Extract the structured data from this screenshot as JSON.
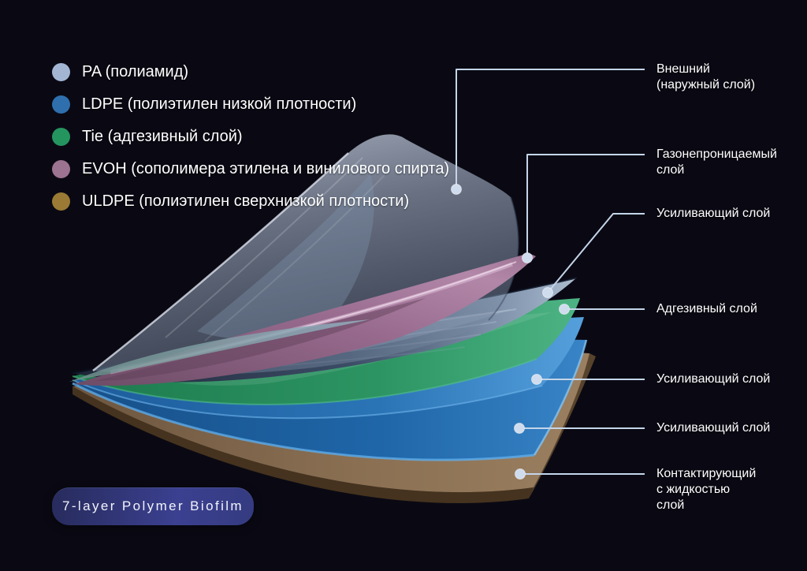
{
  "legend": {
    "items": [
      {
        "label": "PA (полиамид)",
        "color": "#a2b6d4"
      },
      {
        "label": "LDPE (полиэтилен низкой плотности)",
        "color": "#2f6fae"
      },
      {
        "label": "Tie (адгезивный слой)",
        "color": "#259560"
      },
      {
        "label": "EVOH (сополимера этилена и винилового спирта)",
        "color": "#9c7391"
      },
      {
        "label": "ULDPE (полиэтилен сверхнизкой плотности)",
        "color": "#9a7a35"
      }
    ]
  },
  "callouts": {
    "items": [
      {
        "label": "Внешний\n(наружный слой)"
      },
      {
        "label": "Газонепроницаемый\nслой"
      },
      {
        "label": "Усиливающий слой"
      },
      {
        "label": "Адгезивный слой"
      },
      {
        "label": "Усиливающий слой"
      },
      {
        "label": "Усиливающий слой"
      },
      {
        "label": "Контактирующий\nс жидкостью\nслой"
      }
    ]
  },
  "badge": {
    "label": "7-layer Polymer Biofilm"
  },
  "colors": {
    "background_center": "#282d50",
    "background_edge": "#0a0913",
    "callout_line": "#c4d5ea",
    "callout_dot": "#cfdcee",
    "layer_pa": "#aabdd6",
    "layer_evoh": "#9c7391",
    "layer_reinforcing": "#3a4a66",
    "layer_tie": "#2f9e68",
    "layer_ldpe": "#2672b4",
    "layer_uldpe": "#7c6247"
  }
}
